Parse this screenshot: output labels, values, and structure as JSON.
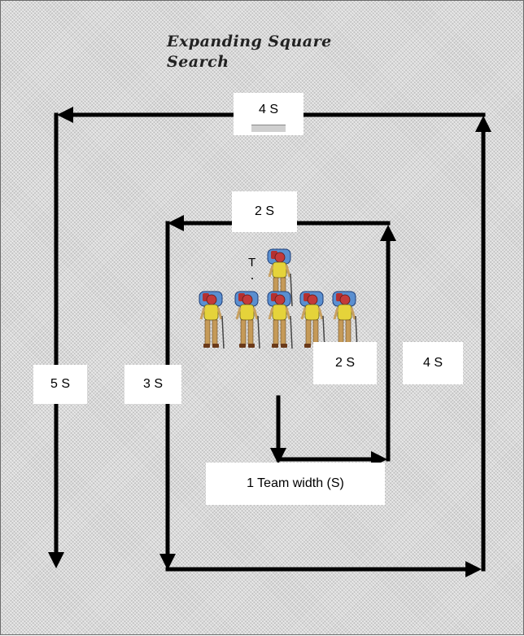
{
  "title": {
    "line1": "Expanding Square",
    "line2": "Search"
  },
  "labels": {
    "top_leg": "4 S",
    "second_top_leg": "2 S",
    "inner_right_leg": "2 S",
    "outer_right_leg": "4 S",
    "outer_left_leg": "5 S",
    "inner_left_leg": "3 S",
    "team_width": "1 Team width (S)"
  },
  "team_marker": "T",
  "hikers": {
    "count": 6,
    "icon": "hiker-icon"
  },
  "colors": {
    "path": "#000000",
    "label_bg": "#ffffff",
    "background": "#d9d9d9"
  }
}
